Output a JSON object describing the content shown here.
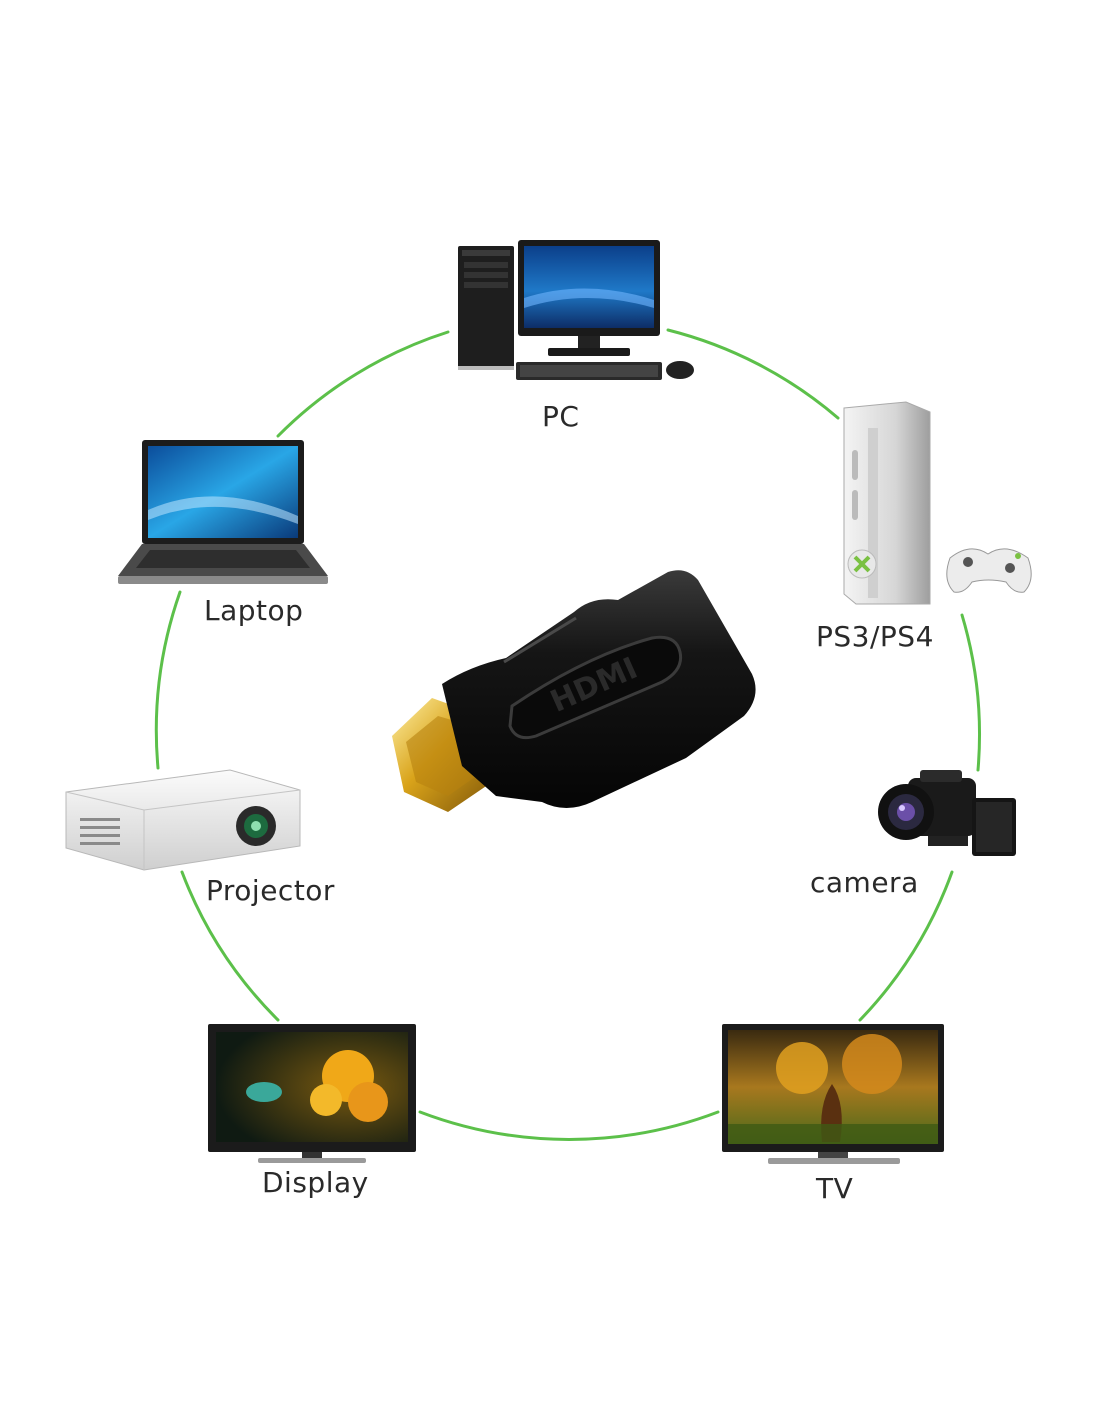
{
  "diagram": {
    "center": {
      "name": "mini-hdmi-to-hdmi-adapter",
      "embossed_text": "HDMI"
    },
    "devices": [
      {
        "id": "pc",
        "label": "PC"
      },
      {
        "id": "console",
        "label": "PS3/PS4"
      },
      {
        "id": "camera",
        "label": "camera"
      },
      {
        "id": "tv",
        "label": "TV"
      },
      {
        "id": "display",
        "label": "Display"
      },
      {
        "id": "projector",
        "label": "Projector"
      },
      {
        "id": "laptop",
        "label": "Laptop"
      }
    ],
    "ring_color": "#5cc04a"
  }
}
